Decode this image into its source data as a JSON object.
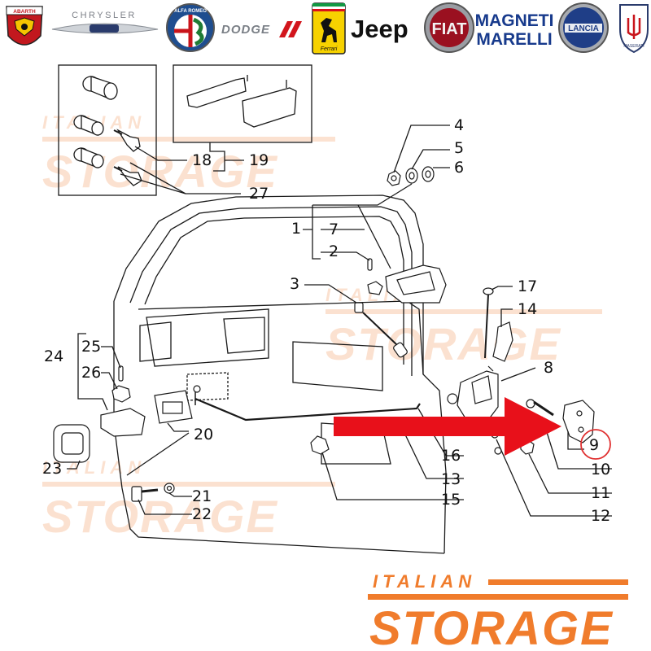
{
  "brands": {
    "abarth": "ABARTH",
    "chrysler": "CHRYSLER",
    "alfa_romeo": "ALFA ROMEO",
    "dodge": "DODGE",
    "ferrari": "Ferrari",
    "jeep": "Jeep",
    "fiat": "FIAT",
    "magneti_marelli_1": "MAGNETI",
    "magneti_marelli_2": "MARELLI",
    "lancia": "LANCIA",
    "maserati": "MASERATI"
  },
  "callouts": {
    "c1": "1",
    "c2": "2",
    "c3": "3",
    "c4": "4",
    "c5": "5",
    "c6": "6",
    "c7": "7",
    "c8": "8",
    "c9": "9",
    "c10": "10",
    "c11": "11",
    "c12": "12",
    "c13": "13",
    "c14": "14",
    "c15": "15",
    "c16": "16",
    "c17": "17",
    "c18": "18",
    "c19": "19",
    "c20": "20",
    "c21": "21",
    "c22": "22",
    "c23": "23",
    "c24": "24",
    "c25": "25",
    "c26": "26",
    "c27": "27"
  },
  "watermark": {
    "line1": "ITALIAN",
    "line2": "STORAGE"
  },
  "footer_logo": {
    "line1": "ITALIAN",
    "line2": "STORAGE"
  },
  "colors": {
    "accent_orange": "#f07c2c",
    "arrow_red": "#e8101a",
    "highlight_circle": "#e03030",
    "line": "#1a1a1a"
  }
}
